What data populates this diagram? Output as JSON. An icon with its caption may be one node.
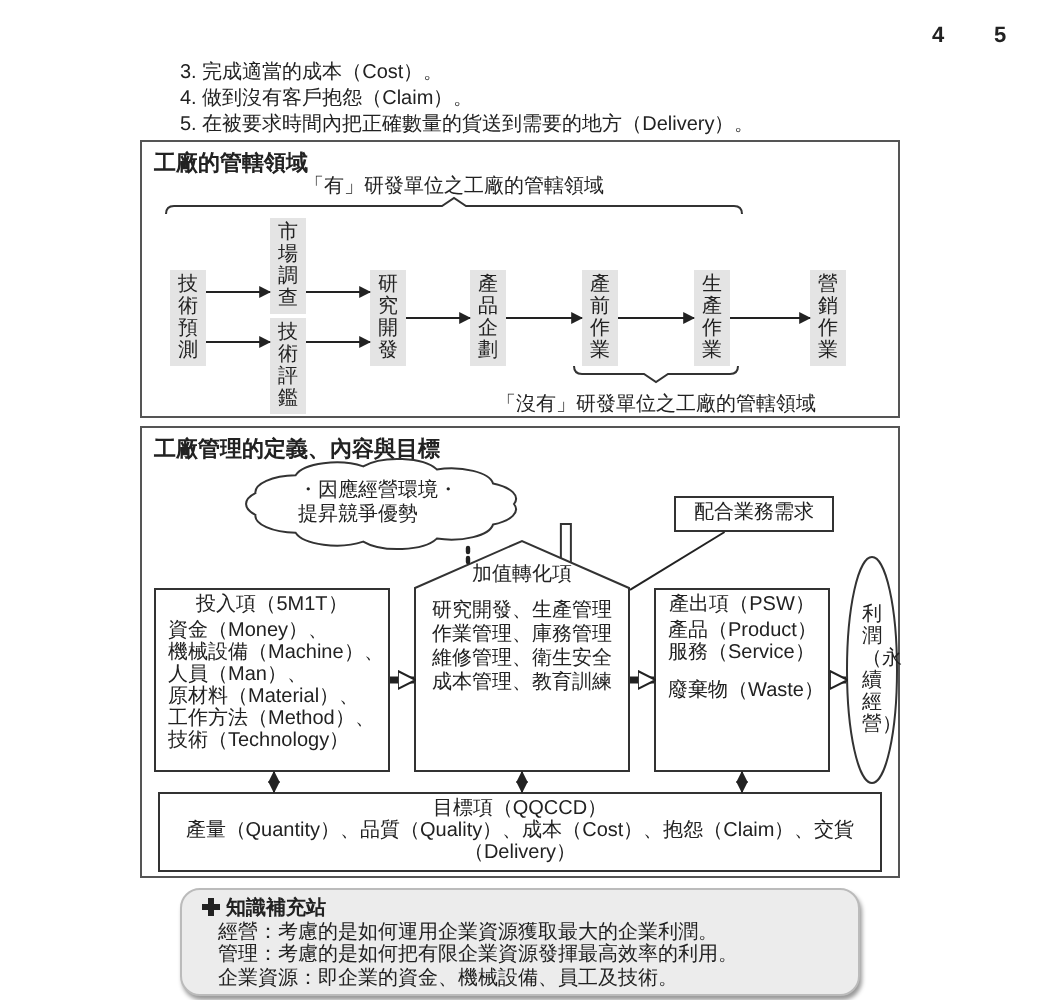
{
  "diagram": {
    "nodes": [
      {
        "text": [
          "工廠的管轄領域"
        ]
      },
      {
        "text": [
          "技術預測"
        ],
        "in": 0
      },
      {
        "text": [
          "市場調查"
        ],
        "in": 0
      },
      {
        "text": [
          "技術評鑑"
        ],
        "in": 0
      },
      {
        "text": [
          "研究開發"
        ],
        "in": 0
      },
      {
        "text": [
          "產品企劃"
        ],
        "in": 0
      },
      {
        "text": [
          "產前作業"
        ],
        "in": 0
      },
      {
        "text": [
          "生產作業"
        ],
        "in": 0
      },
      {
        "text": [
          "營銷作業"
        ],
        "in": 0
      },
      {
        "text": [
          "工廠管理的定義、內容與目標"
        ]
      },
      {
        "text": [
          "・因應經營環境・提昇競爭優勢"
        ],
        "in": 9
      },
      {
        "text": [
          "配合業務需求"
        ],
        "in": 9
      },
      {
        "text": [
          "投入項（5M1T）",
          "資金（Money）、",
          "機械設備（Machine）、",
          "人員（Man）、",
          "原材料（Material）、",
          "工作方法（Method）、",
          "技術（Technology）"
        ],
        "in": 9
      },
      {
        "text": [
          "加值轉化項",
          "研究開發、生產管理",
          "作業管理、庫務管理",
          "維修管理、衛生安全",
          "成本管理、教育訓練"
        ],
        "in": 9
      },
      {
        "text": [
          "產出項（PSW）",
          "產品（Product）",
          "服務（Service）",
          "廢棄物（Waste）"
        ],
        "in": 9
      },
      {
        "text": [
          "利潤（永續經營）"
        ],
        "in": 9
      },
      {
        "text": [
          "目標項（QQCCD）",
          "產量（Quantity）、品質（Quality）、成本（Cost）、抱怨（Claim）、交貨（Delivery）"
        ],
        "in": 9
      },
      {
        "text": [
          "知識補充站",
          "經營：考慮的是如何運用企業資源獲取最大的企業利潤。",
          "管理：考慮的是如何把有限企業資源發揮最高效率的利用。",
          "企業資源：即企業的資金、機械設備、員工及技術。"
        ]
      }
    ],
    "edges": [
      {
        "from": 1,
        "to": 2,
        "arrow": "to"
      },
      {
        "from": 1,
        "to": 3,
        "arrow": "to"
      },
      {
        "from": 2,
        "to": 4,
        "arrow": "to"
      },
      {
        "from": 3,
        "to": 4,
        "arrow": "to"
      },
      {
        "from": 4,
        "to": 5,
        "arrow": "to"
      },
      {
        "from": 5,
        "to": 6,
        "arrow": "to"
      },
      {
        "from": 6,
        "to": 7,
        "arrow": "to"
      },
      {
        "from": 7,
        "to": 8,
        "arrow": "to"
      },
      {
        "from": 10,
        "to": 13,
        "arrow": "none",
        "style": "dashed"
      },
      {
        "from": 11,
        "to": 13,
        "arrow": "none"
      },
      {
        "from": 12,
        "to": 13,
        "arrow": "to",
        "style": "thick"
      },
      {
        "from": 13,
        "to": 14,
        "arrow": "to",
        "style": "thick"
      },
      {
        "from": 14,
        "to": 15,
        "arrow": "to",
        "style": "thick"
      },
      {
        "from": 12,
        "to": 16,
        "arrow": "both"
      },
      {
        "from": 13,
        "to": 16,
        "arrow": "both"
      },
      {
        "from": 14,
        "to": 16,
        "arrow": "both"
      }
    ],
    "labels": [
      "4",
      "5",
      "3. 完成適當的成本（Cost）。",
      "4. 做到沒有客戶抱怨（Claim）。",
      "5. 在被要求時間內把正確數量的貨送到需要的地方（Delivery）。",
      "「有」研發單位之工廠的管轄領域",
      "「沒有」研發單位之工廠的管轄領域"
    ]
  }
}
